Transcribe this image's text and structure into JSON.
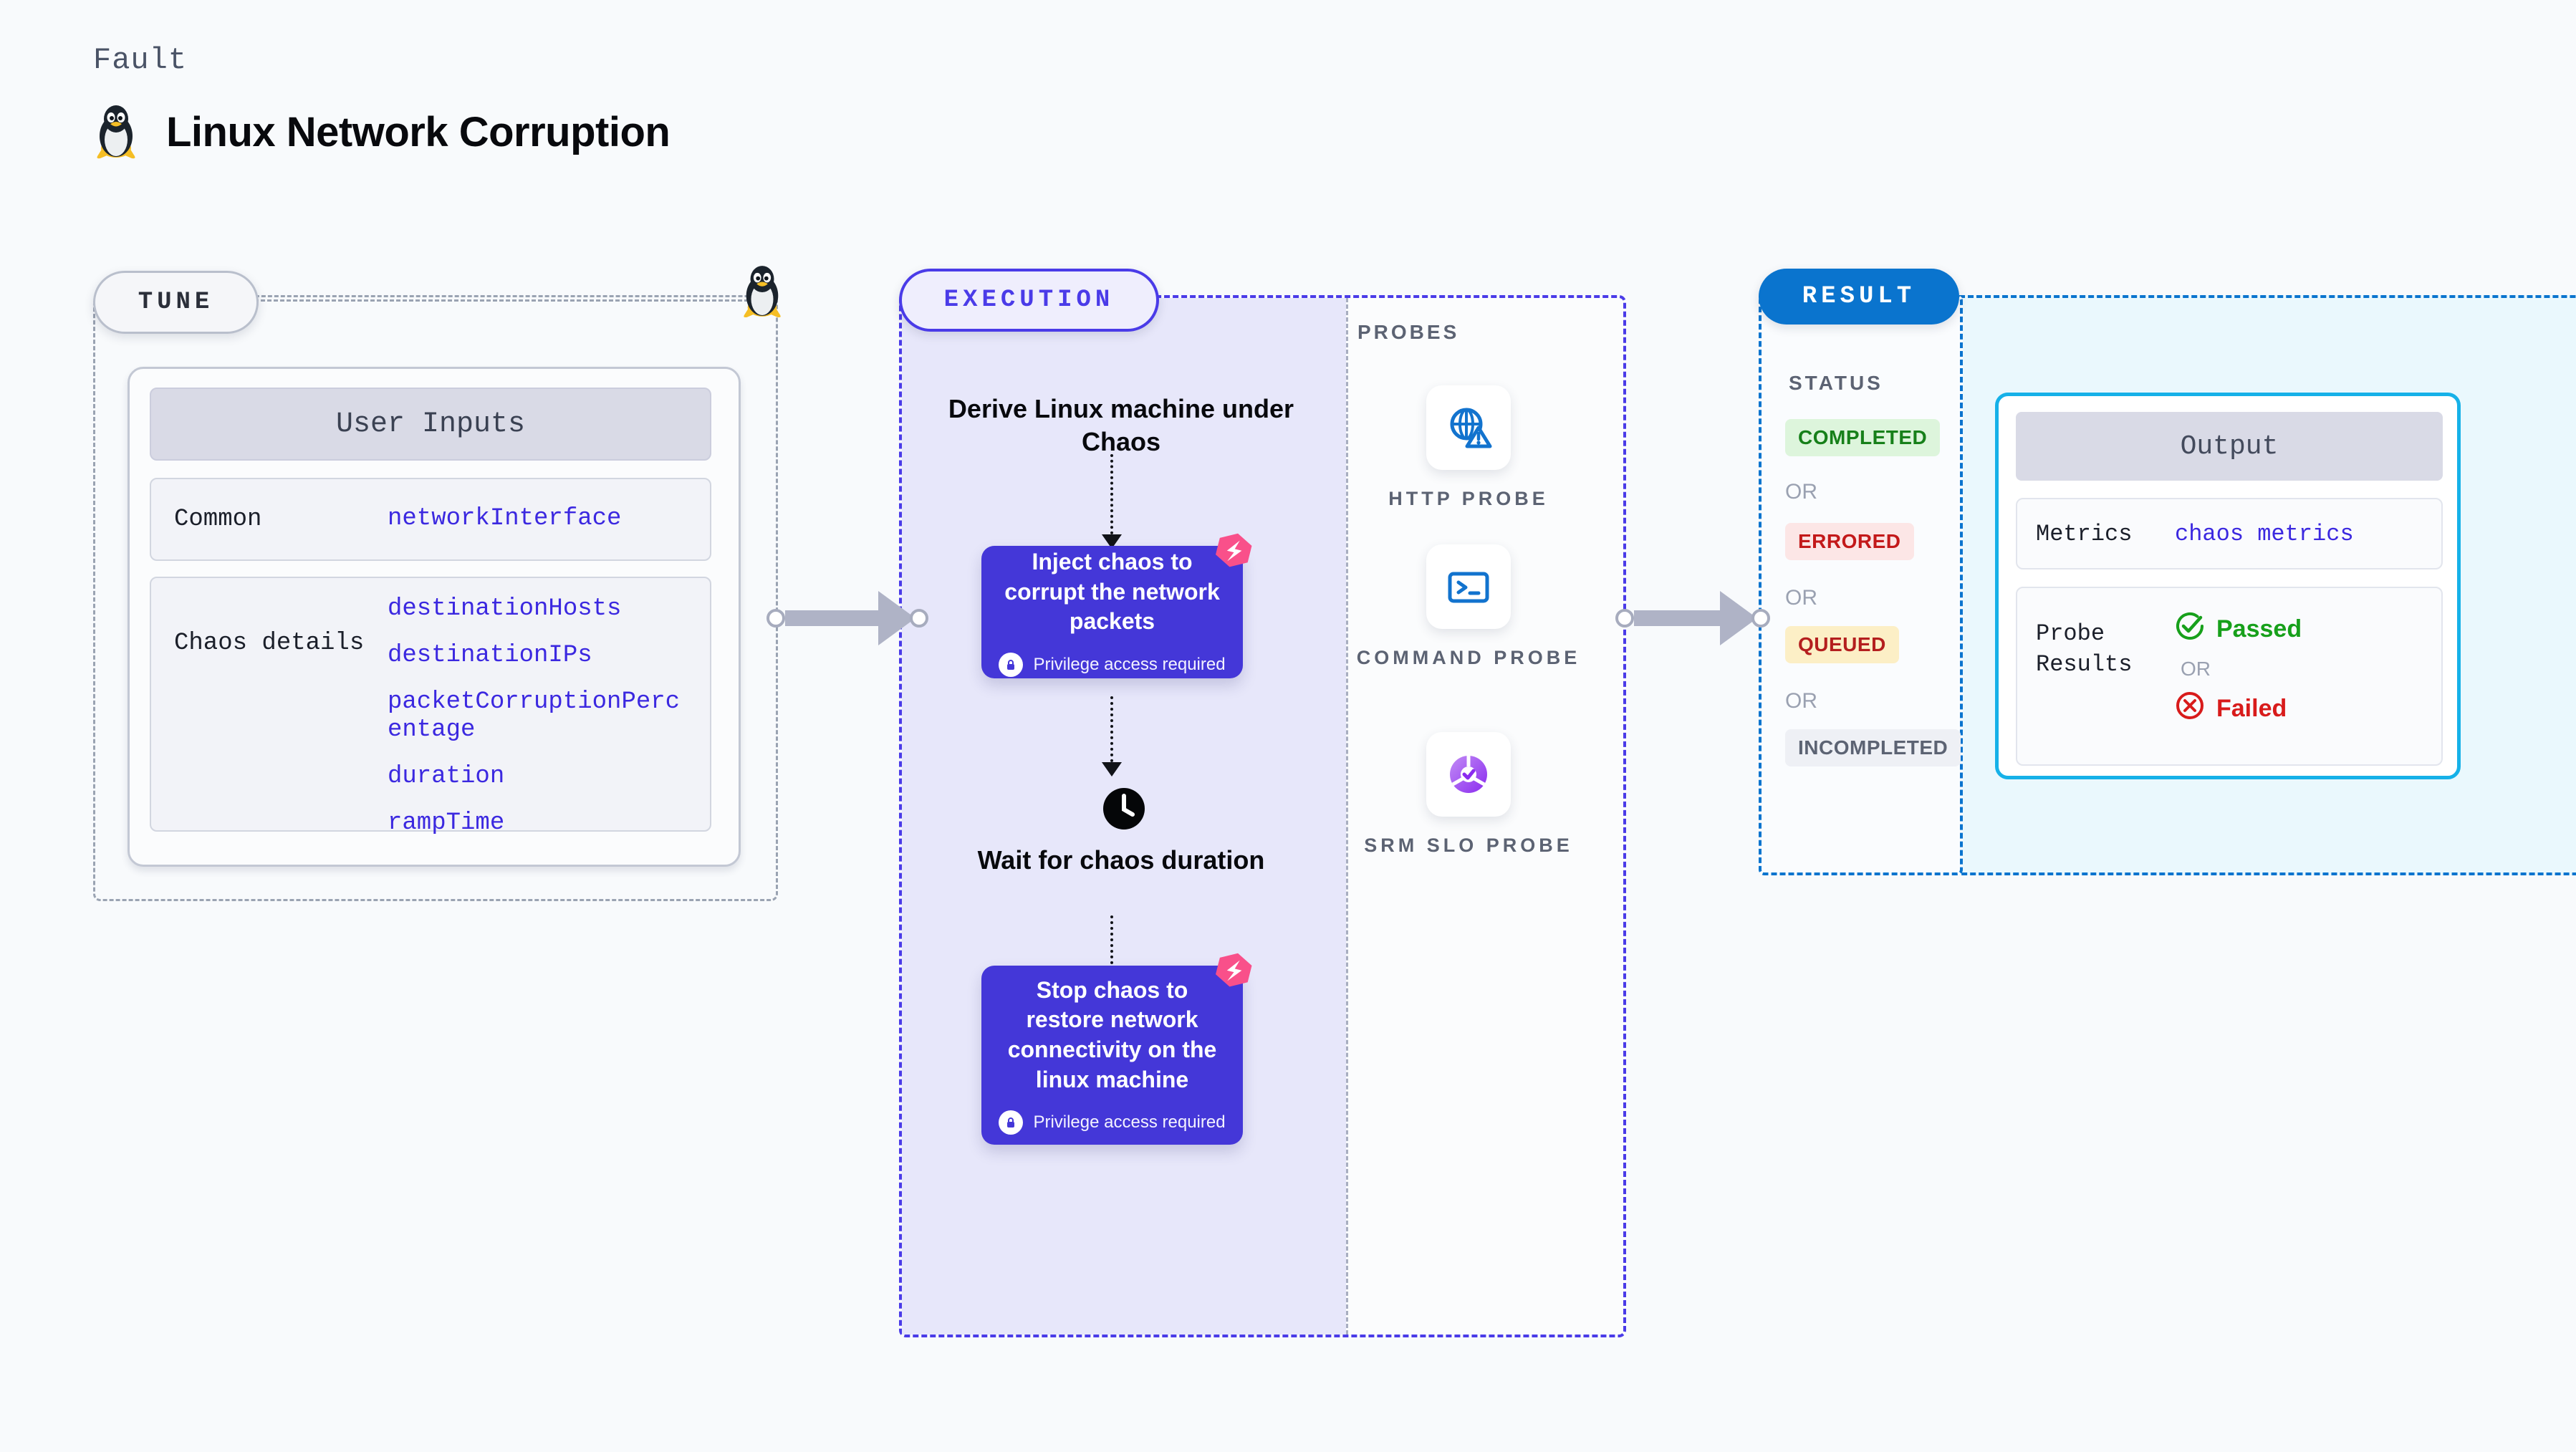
{
  "header": {
    "kicker": "Fault",
    "title": "Linux Network Corruption",
    "icon": "tux-penguin-icon"
  },
  "tune": {
    "pill_label": "TUNE",
    "icon": "tux-penguin-icon",
    "card": {
      "header": "User Inputs",
      "rows": [
        {
          "key": "Common",
          "values": [
            "networkInterface"
          ]
        },
        {
          "key": "Chaos details",
          "values": [
            "destinationHosts",
            "destinationIPs",
            "packetCorruptionPercentage",
            "duration",
            "rampTime"
          ]
        }
      ]
    }
  },
  "execution": {
    "pill_label": "EXECUTION",
    "derive_label": "Derive Linux machine under Chaos",
    "inject_box": {
      "text": "Inject chaos to corrupt the network packets",
      "privilege_note": "Privilege access required",
      "badge_icon": "harness-logo-icon",
      "lock_icon": "lock-icon"
    },
    "wait_label": "Wait for chaos duration",
    "wait_icon": "clock-icon",
    "stop_box": {
      "text": "Stop chaos to restore network connectivity on the linux machine",
      "privilege_note": "Privilege access required",
      "badge_icon": "harness-logo-icon",
      "lock_icon": "lock-icon"
    }
  },
  "probes": {
    "title": "PROBES",
    "items": [
      {
        "label": "HTTP PROBE",
        "icon": "globe-warning-icon"
      },
      {
        "label": "COMMAND PROBE",
        "icon": "terminal-icon"
      },
      {
        "label": "SRM SLO PROBE",
        "icon": "slo-donut-check-icon"
      }
    ]
  },
  "result": {
    "pill_label": "RESULT",
    "status_title": "STATUS",
    "or_label": "OR",
    "statuses": [
      {
        "label": "COMPLETED",
        "bg": "#DDF5DC",
        "fg": "#17801A"
      },
      {
        "label": "ERRORED",
        "bg": "#FCE6E6",
        "fg": "#C3191A"
      },
      {
        "label": "QUEUED",
        "bg": "#FCEFC6",
        "fg": "#B41E1E"
      },
      {
        "label": "INCOMPLETED",
        "bg": "#EEF0F5",
        "fg": "#5C6373"
      }
    ],
    "output": {
      "header": "Output",
      "metrics_key": "Metrics",
      "metrics_value": "chaos metrics",
      "probe_key": "Probe Results",
      "passed_label": "Passed",
      "failed_label": "Failed",
      "or_label": "OR",
      "passed_icon": "check-circle-icon",
      "failed_icon": "x-circle-icon"
    }
  },
  "colors": {
    "page_bg": "#F8FAFC",
    "execution_accent": "#4A3BE8",
    "chaos_box": "#4437D8",
    "result_accent": "#0A74CE",
    "output_border": "#16B1E8",
    "param_text": "#3B28E0",
    "harness_pink": "#F9508A"
  }
}
